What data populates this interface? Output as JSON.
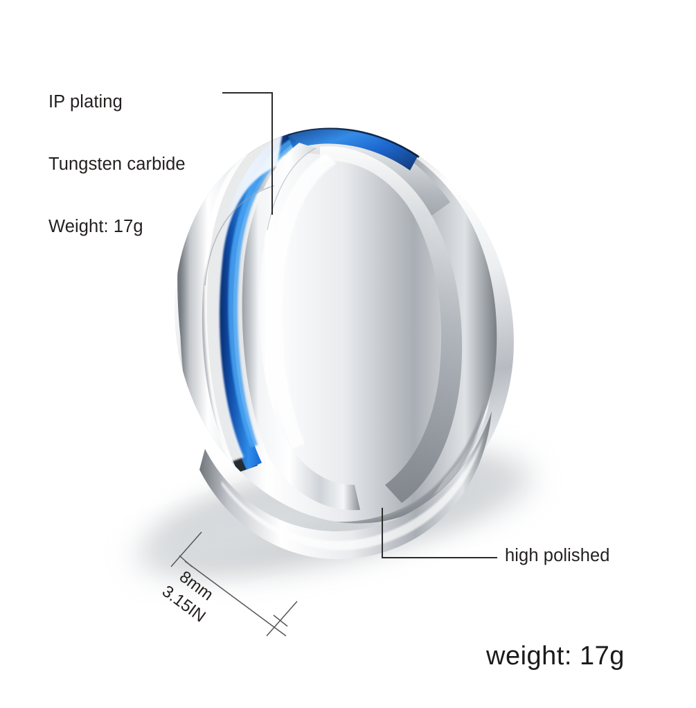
{
  "image": {
    "subject": "tungsten-carbide-ring",
    "background_color": "#ffffff"
  },
  "annotations": {
    "material": {
      "line1": "IP plating",
      "line2": "Tungsten carbide",
      "line3": "Weight: 17g"
    },
    "finish_label": "high polished",
    "weight_caption": "weight: 17g"
  },
  "dimension": {
    "width_mm": "8mm",
    "width_in": "3.15IN"
  },
  "colors": {
    "groove_blue": "#1565d8",
    "groove_blue_dark": "#0b3f8f",
    "groove_blue_light": "#4a9ff0",
    "metal_light": "#fdfdfd",
    "metal_mid": "#c9ccd1",
    "metal_dark": "#6e7479",
    "metal_shadow": "#3d4246",
    "leader_line": "#2b2b2b",
    "dimension_line": "#555555",
    "text": "#231f1f",
    "drop_shadow": "#9aa0a6"
  }
}
